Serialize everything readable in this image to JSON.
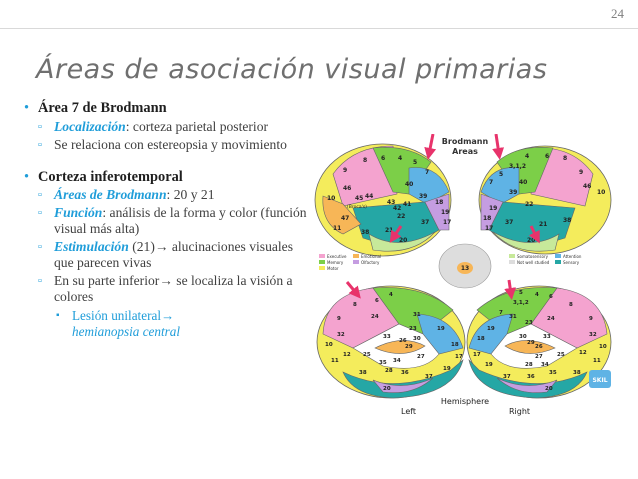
{
  "slide": {
    "number": "24",
    "title": "Áreas de asociación visual primarias"
  },
  "bullets": {
    "b1": {
      "label": "Área 7 de Brodmann",
      "s1_em": "Localización",
      "s1_rest": ": corteza parietal posterior",
      "s2": "Se relaciona con estereopsia y movimiento"
    },
    "b2": {
      "label": "Corteza inferotemporal",
      "s1_em": "Áreas de Brodmann",
      "s1_rest": ": 20 y 21",
      "s2_em": "Función",
      "s2_rest": ": análisis de la forma y color (función visual más alta)",
      "s3_em": "Estimulación",
      "s3_rest": " (21)→ alucinaciones visuales que parecen vivas",
      "s4": "En su parte inferior→ se localiza la visión a colores",
      "s4_sub_a": "Lesión unilateral→",
      "s4_sub_b": "hemianopsia central"
    }
  },
  "figure": {
    "header_a": "Brodmann",
    "header_b": "Areas",
    "hemisphere": "Hemisphere",
    "left": "Left",
    "right": "Right",
    "center_number": "13",
    "legend_left": [
      "Executive",
      "Memory",
      "Motor",
      "Emotional",
      "Olfactory"
    ],
    "legend_right": [
      "Attention",
      "Sensory",
      "Somatosensory",
      "Not well studied"
    ],
    "broca": "(Broca's)",
    "logo": "SKIL",
    "colors": {
      "pink": "#f4a3cf",
      "magenta": "#e1409a",
      "yellow": "#f4ec5c",
      "green": "#7ccf48",
      "lightgreen": "#c7e99a",
      "blue": "#5fb3e5",
      "teal": "#25a7a5",
      "purple": "#c59de1",
      "orange": "#f7b657",
      "red_arrow": "#e8336b"
    },
    "labels_top_left": [
      "4",
      "5",
      "7",
      "6",
      "8",
      "9",
      "10",
      "44",
      "45",
      "46",
      "47",
      "43",
      "39",
      "40",
      "41",
      "42",
      "22",
      "21",
      "37",
      "38",
      "18",
      "19",
      "17",
      "20",
      "11"
    ],
    "labels_top_right": [
      "3,1,2",
      "4",
      "6",
      "5",
      "7",
      "8",
      "9",
      "10",
      "46",
      "22",
      "19",
      "18",
      "17",
      "39",
      "40",
      "21",
      "37",
      "38",
      "20"
    ],
    "labels_bottom_left": [
      "24",
      "6",
      "4",
      "8",
      "31",
      "9",
      "32",
      "23",
      "26",
      "29",
      "30",
      "10",
      "19",
      "33",
      "25",
      "12",
      "11",
      "34",
      "35",
      "27",
      "18",
      "28",
      "36",
      "17",
      "37",
      "19",
      "38",
      "20"
    ],
    "labels_bottom_right": [
      "6",
      "4",
      "5",
      "3,1,2",
      "8",
      "7",
      "31",
      "23",
      "24",
      "33",
      "9",
      "32",
      "30",
      "29",
      "10",
      "26",
      "19",
      "18",
      "27",
      "25",
      "34",
      "12",
      "28",
      "35",
      "17",
      "11",
      "37",
      "38",
      "36",
      "20",
      "19"
    ]
  }
}
